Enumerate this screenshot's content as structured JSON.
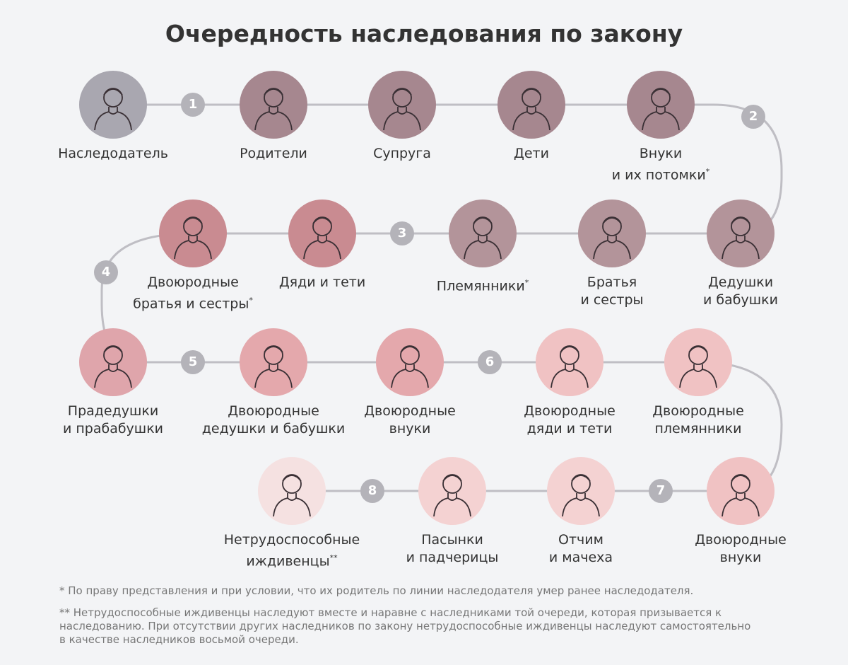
{
  "title": "Очередность наследования по закону",
  "colors": {
    "line": "#bfbec4",
    "badge": "#b4b3b9",
    "icon_stroke": "#3a3035"
  },
  "nodes": [
    {
      "lines": [
        "Наследодатель"
      ],
      "mark": "",
      "color": "#a9a7b0",
      "icon": "man-glasses-icon"
    },
    {
      "lines": [
        "Родители"
      ],
      "mark": "",
      "color": "#a6878f",
      "icon": "parents-icon"
    },
    {
      "lines": [
        "Супруга"
      ],
      "mark": "",
      "color": "#a6878f",
      "icon": "woman-icon"
    },
    {
      "lines": [
        "Дети"
      ],
      "mark": "",
      "color": "#a6878f",
      "icon": "girl-icon"
    },
    {
      "lines": [
        "Внуки",
        "и их потомки"
      ],
      "mark": "*",
      "color": "#a6878f",
      "icon": "baby-icon"
    },
    {
      "lines": [
        "Дедушки",
        "и бабушки"
      ],
      "mark": "",
      "color": "#b3949a",
      "icon": "grandfather-icon"
    },
    {
      "lines": [
        "Братья",
        "и сестры"
      ],
      "mark": "",
      "color": "#b3949a",
      "icon": "man-icon"
    },
    {
      "lines": [
        "Племянники"
      ],
      "mark": "*",
      "color": "#b3949a",
      "icon": "children-icon"
    },
    {
      "lines": [
        "Дяди и тети"
      ],
      "mark": "",
      "color": "#c98b91",
      "icon": "woman-icon"
    },
    {
      "lines": [
        "Двоюродные",
        "братья и сестры"
      ],
      "mark": "*",
      "color": "#c98b91",
      "icon": "woman-icon"
    },
    {
      "lines": [
        "Прадедушки",
        "и прабабушки"
      ],
      "mark": "",
      "color": "#dfa5ab",
      "icon": "great-grandmother-icon"
    },
    {
      "lines": [
        "Двоюродные",
        "дедушки и бабушки"
      ],
      "mark": "",
      "color": "#e4a8ac",
      "icon": "man-glasses-icon"
    },
    {
      "lines": [
        "Двоюродные",
        "внуки"
      ],
      "mark": "",
      "color": "#e4a8ac",
      "icon": "baby-icon"
    },
    {
      "lines": [
        "Двоюродные",
        "дяди и тети"
      ],
      "mark": "",
      "color": "#f0c2c3",
      "icon": "man-glasses-icon"
    },
    {
      "lines": [
        "Двоюродные",
        "племянники"
      ],
      "mark": "",
      "color": "#f0c2c3",
      "icon": "man-icon"
    },
    {
      "lines": [
        "Двоюродные",
        "внуки"
      ],
      "mark": "",
      "color": "#f0c2c3",
      "icon": "toddler-icon"
    },
    {
      "lines": [
        "Отчим",
        "и мачеха"
      ],
      "mark": "",
      "color": "#f4d2d2",
      "icon": "woman-icon"
    },
    {
      "lines": [
        "Пасынки",
        "и падчерицы"
      ],
      "mark": "",
      "color": "#f4d2d2",
      "icon": "children-icon"
    },
    {
      "lines": [
        "Нетрудоспособные",
        "иждивенцы"
      ],
      "mark": "**",
      "color": "#f5e1e1",
      "icon": "woman-icon"
    }
  ],
  "badges": [
    "1",
    "2",
    "3",
    "4",
    "5",
    "6",
    "7",
    "8"
  ],
  "notes": [
    "* По праву представления и при условии, что их родитель по линии наследодателя умер ранее наследодателя.",
    "** Нетрудоспособные иждивенцы наследуют вместе и наравне с наследниками той очереди, которая призывается к наследованию. При отсутствии других наследников по закону нетрудоспособные иждивенцы наследуют самостоятельно в качестве наследников восьмой очереди."
  ]
}
